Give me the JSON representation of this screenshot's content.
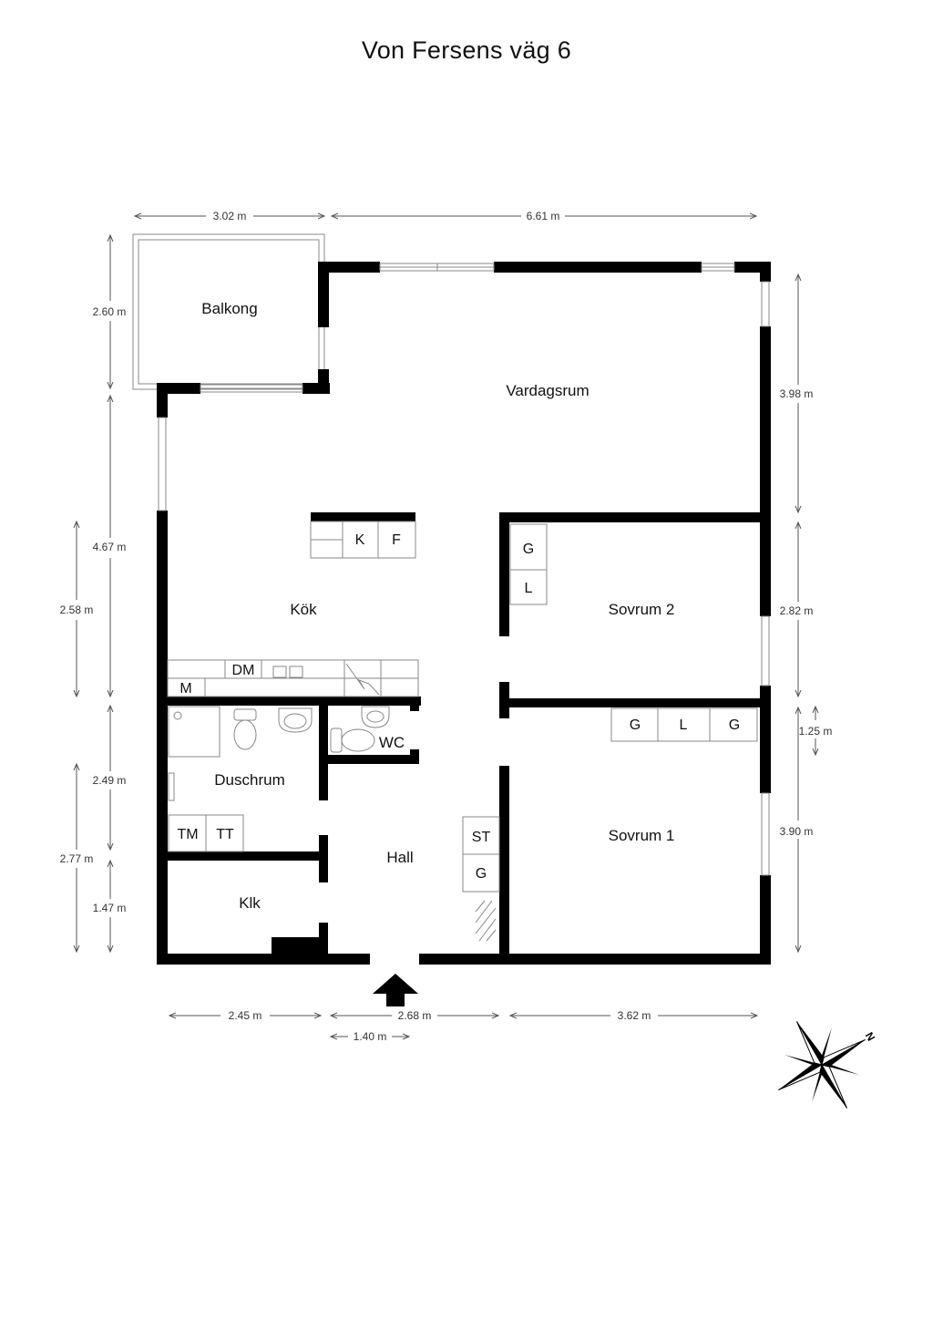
{
  "title": "Von Fersens väg 6",
  "rooms": {
    "balkong": "Balkong",
    "vardagsrum": "Vardagsrum",
    "kok": "Kök",
    "sovrum2": "Sovrum 2",
    "sovrum1": "Sovrum 1",
    "duschrum": "Duschrum",
    "wc": "WC",
    "hall": "Hall",
    "klk": "Klk"
  },
  "fixtures": {
    "k": "K",
    "f": "F",
    "dm": "DM",
    "m": "M",
    "g_s2": "G",
    "l_s2": "L",
    "g1_s1": "G",
    "l_s1": "L",
    "g2_s1": "G",
    "st": "ST",
    "g_hall": "G",
    "tm": "TM",
    "tt": "TT"
  },
  "dimensions": {
    "top_left": "3.02 m",
    "top_right": "6.61 m",
    "left_balkong": "2.60 m",
    "left_kok_outer": "4.67 m",
    "left_kok_inner": "2.58 m",
    "left_dusch_outer": "2.49 m",
    "left_dusch_inner": "2.77 m",
    "left_klk": "1.47 m",
    "right_vardagsrum": "3.98 m",
    "right_sovrum2": "2.82 m",
    "right_closet": "1.25 m",
    "right_sovrum1": "3.90 m",
    "bottom_left": "2.45 m",
    "bottom_mid": "2.68 m",
    "bottom_entry": "1.40 m",
    "bottom_right": "3.62 m"
  },
  "compass_label": "N"
}
